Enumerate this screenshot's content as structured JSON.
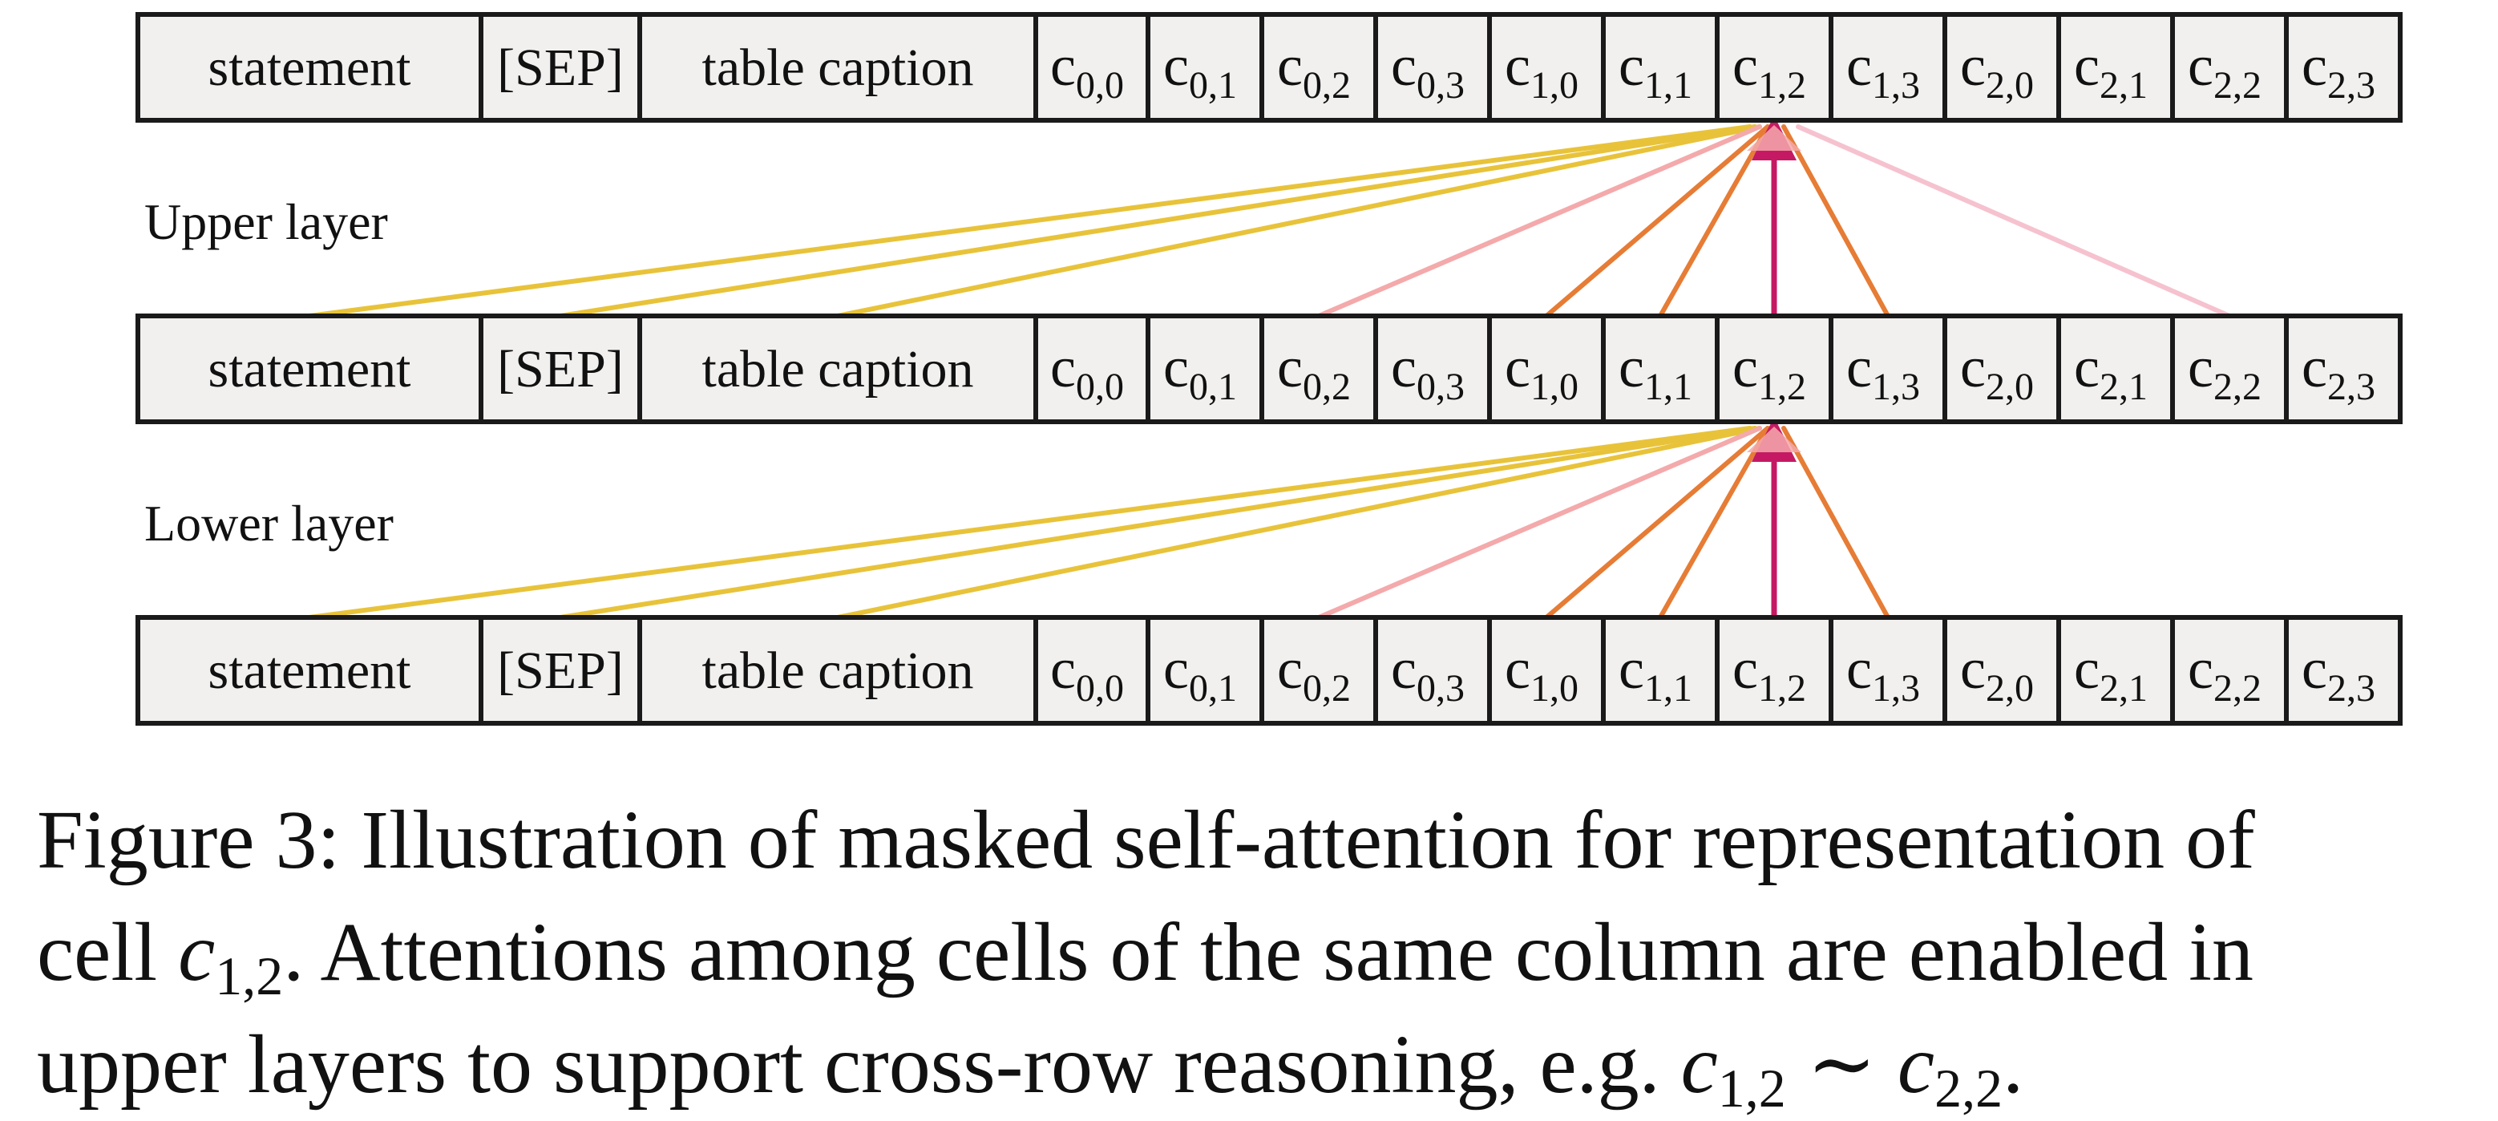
{
  "diagram": {
    "tokens": [
      {
        "kind": "text",
        "text": "statement"
      },
      {
        "kind": "text",
        "text": "[SEP]"
      },
      {
        "kind": "text",
        "text": "table caption"
      },
      {
        "kind": "cell",
        "base": "c",
        "sub": "0,0"
      },
      {
        "kind": "cell",
        "base": "c",
        "sub": "0,1"
      },
      {
        "kind": "cell",
        "base": "c",
        "sub": "0,2"
      },
      {
        "kind": "cell",
        "base": "c",
        "sub": "0,3"
      },
      {
        "kind": "cell",
        "base": "c",
        "sub": "1,0"
      },
      {
        "kind": "cell",
        "base": "c",
        "sub": "1,1"
      },
      {
        "kind": "cell",
        "base": "c",
        "sub": "1,2"
      },
      {
        "kind": "cell",
        "base": "c",
        "sub": "1,3"
      },
      {
        "kind": "cell",
        "base": "c",
        "sub": "2,0"
      },
      {
        "kind": "cell",
        "base": "c",
        "sub": "2,1"
      },
      {
        "kind": "cell",
        "base": "c",
        "sub": "2,2"
      },
      {
        "kind": "cell",
        "base": "c",
        "sub": "2,3"
      }
    ],
    "layer_labels": {
      "upper": "Upper layer",
      "lower": "Lower layer"
    },
    "colors": {
      "context": "#e8c33a",
      "same_column": "#f4a9ab",
      "same_row": "#e67c35",
      "self": "#c51a63",
      "cross_row": "#f6c2cf",
      "cell_fill": "#f1f0ef",
      "cell_border": "#1a1a1a"
    },
    "connections": {
      "target": "c1,2",
      "upper": [
        {
          "from": "statement",
          "type": "context"
        },
        {
          "from": "[SEP]",
          "type": "context"
        },
        {
          "from": "table caption",
          "type": "context"
        },
        {
          "from": "c0,2",
          "type": "same_column"
        },
        {
          "from": "c1,0",
          "type": "same_row"
        },
        {
          "from": "c1,1",
          "type": "same_row"
        },
        {
          "from": "c1,2",
          "type": "self"
        },
        {
          "from": "c1,3",
          "type": "same_row"
        },
        {
          "from": "c2,2",
          "type": "cross_row"
        }
      ],
      "lower": [
        {
          "from": "statement",
          "type": "context"
        },
        {
          "from": "[SEP]",
          "type": "context"
        },
        {
          "from": "table caption",
          "type": "context"
        },
        {
          "from": "c0,2",
          "type": "same_column"
        },
        {
          "from": "c1,0",
          "type": "same_row"
        },
        {
          "from": "c1,1",
          "type": "same_row"
        },
        {
          "from": "c1,2",
          "type": "self"
        },
        {
          "from": "c1,3",
          "type": "same_row"
        }
      ]
    }
  },
  "caption": {
    "line1": "Figure 3: Illustration of masked self-attention for representation of",
    "line2_a": "cell ",
    "line2_math_base": "c",
    "line2_math_sub": "1,2",
    "line2_b": ". Attentions among cells of the same column are enabled in",
    "line3_a": "upper layers to support cross-row reasoning, e.g. ",
    "line3_math1_base": "c",
    "line3_math1_sub": "1,2",
    "line3_sim": " ∼ ",
    "line3_math2_base": "c",
    "line3_math2_sub": "2,2",
    "line3_b": "."
  }
}
